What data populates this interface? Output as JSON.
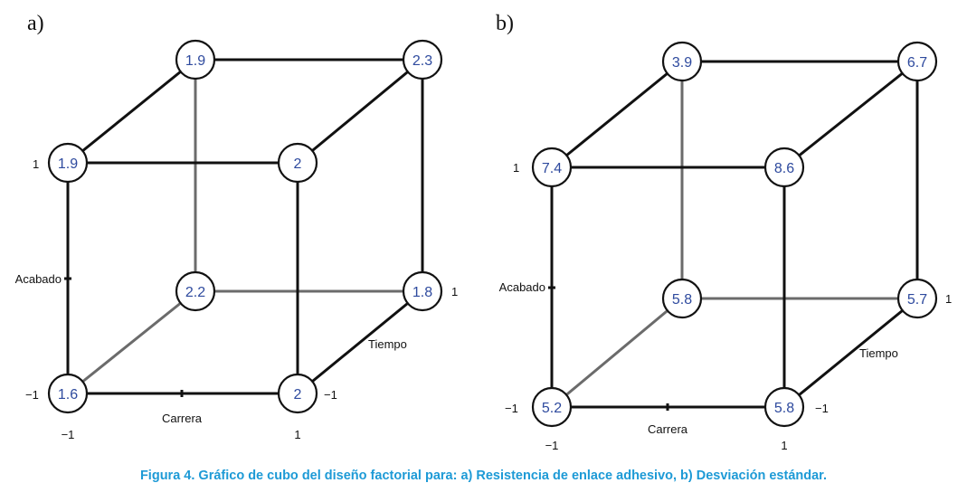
{
  "caption": "Figura 4. Gráfico de cubo del diseño factorial para: a) Resistencia de enlace adhesivo, b) Desviación estándar.",
  "colors": {
    "node_text": "#2e4a9e",
    "caption": "#1d9ad6",
    "front_edge": "#111111",
    "back_edge": "#6b6b6b"
  },
  "panels": [
    {
      "label": "a)",
      "factors": {
        "vertical": "Acabado",
        "horizontal": "Carrera",
        "depth": "Tiempo"
      },
      "ticks": {
        "vertical_high": "1",
        "vertical_low": "−1",
        "horizontal_low": "−1",
        "horizontal_high": "1",
        "depth_low": "−1",
        "depth_high": "1"
      },
      "corners": {
        "front_top_left": "1.9",
        "front_top_right": "2",
        "front_bottom_left": "1.6",
        "front_bottom_right": "2",
        "back_top_left": "1.9",
        "back_top_right": "2.3",
        "back_bottom_left": "2.2",
        "back_bottom_right": "1.8"
      }
    },
    {
      "label": "b)",
      "factors": {
        "vertical": "Acabado",
        "horizontal": "Carrera",
        "depth": "Tiempo"
      },
      "ticks": {
        "vertical_high": "1",
        "vertical_low": "−1",
        "horizontal_low": "−1",
        "horizontal_high": "1",
        "depth_low": "−1",
        "depth_high": "1"
      },
      "corners": {
        "front_top_left": "7.4",
        "front_top_right": "8.6",
        "front_bottom_left": "5.2",
        "front_bottom_right": "5.8",
        "back_top_left": "3.9",
        "back_top_right": "6.7",
        "back_bottom_left": "5.8",
        "back_bottom_right": "5.7"
      }
    }
  ]
}
